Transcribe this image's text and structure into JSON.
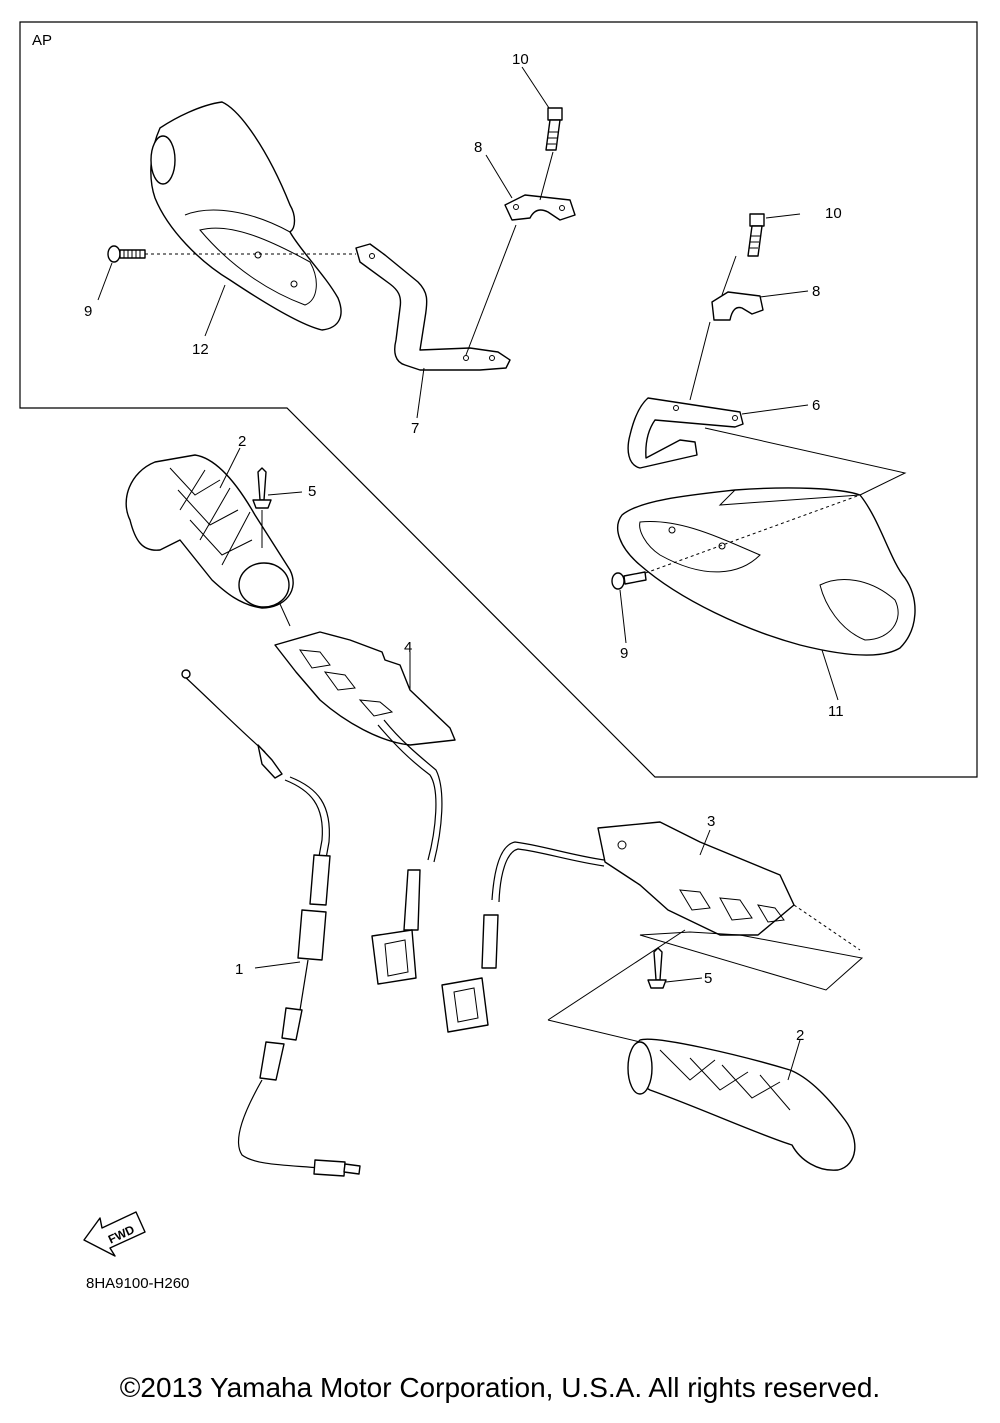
{
  "box_label": "AP",
  "callouts": {
    "c1": "1",
    "c2a": "2",
    "c2b": "2",
    "c3": "3",
    "c4": "4",
    "c5a": "5",
    "c5b": "5",
    "c6": "6",
    "c7": "7",
    "c8a": "8",
    "c8b": "8",
    "c9a": "9",
    "c9b": "9",
    "c10a": "10",
    "c10b": "10",
    "c11": "11",
    "c12": "12"
  },
  "fwd_label": "FWD",
  "diagram_code": "8HA9100-H260",
  "copyright": "©2013 Yamaha Motor Corporation, U.S.A. All rights reserved."
}
